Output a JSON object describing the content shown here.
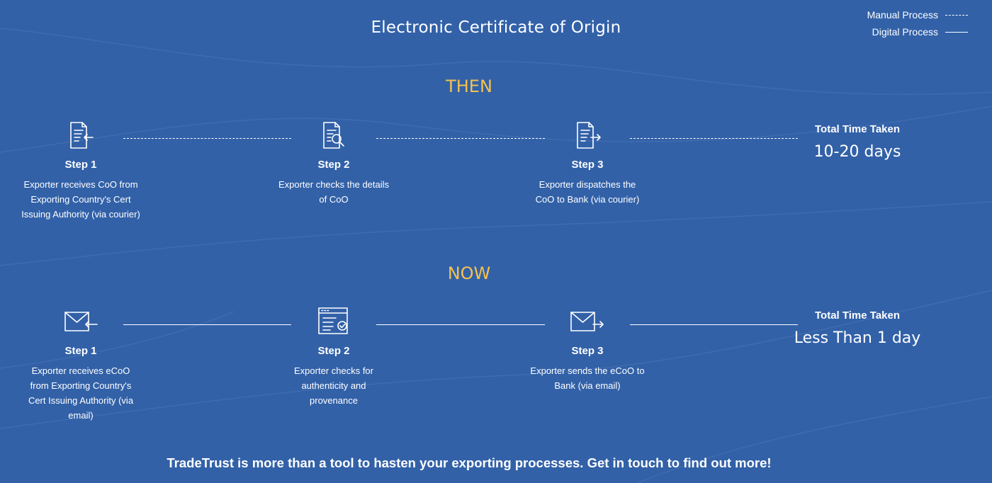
{
  "title": "Electronic Certificate of Origin",
  "legend": {
    "manual": "Manual Process",
    "digital": "Digital Process"
  },
  "then": {
    "label": "THEN",
    "steps": [
      {
        "title": "Step 1",
        "desc": [
          "Exporter receives CoO from",
          "Exporting Country's Cert",
          "Issuing Authority (via courier)"
        ],
        "icon": "document-receive-icon"
      },
      {
        "title": "Step 2",
        "desc": [
          "Exporter checks the details",
          "of CoO"
        ],
        "icon": "document-search-icon"
      },
      {
        "title": "Step 3",
        "desc": [
          "Exporter dispatches the",
          "CoO to Bank (via courier)"
        ],
        "icon": "document-send-icon"
      }
    ],
    "total_label": "Total Time Taken",
    "total_value": "10-20 days"
  },
  "now": {
    "label": "NOW",
    "steps": [
      {
        "title": "Step 1",
        "desc": [
          "Exporter receives eCoO",
          "from Exporting Country's",
          "Cert Issuing Authority (via",
          "email)"
        ],
        "icon": "email-receive-icon"
      },
      {
        "title": "Step 2",
        "desc": [
          "Exporter checks for",
          "authenticity and",
          "provenance"
        ],
        "icon": "browser-verify-icon"
      },
      {
        "title": "Step 3",
        "desc": [
          "Exporter sends the eCoO to",
          "Bank (via email)"
        ],
        "icon": "email-send-icon"
      }
    ],
    "total_label": "Total Time Taken",
    "total_value": "Less Than 1 day"
  },
  "footer": "TradeTrust is more than a tool to hasten your exporting processes. Get in touch to find out more!",
  "colors": {
    "background": "#3261a8",
    "accent": "#f5c24c",
    "text": "#ffffff"
  }
}
